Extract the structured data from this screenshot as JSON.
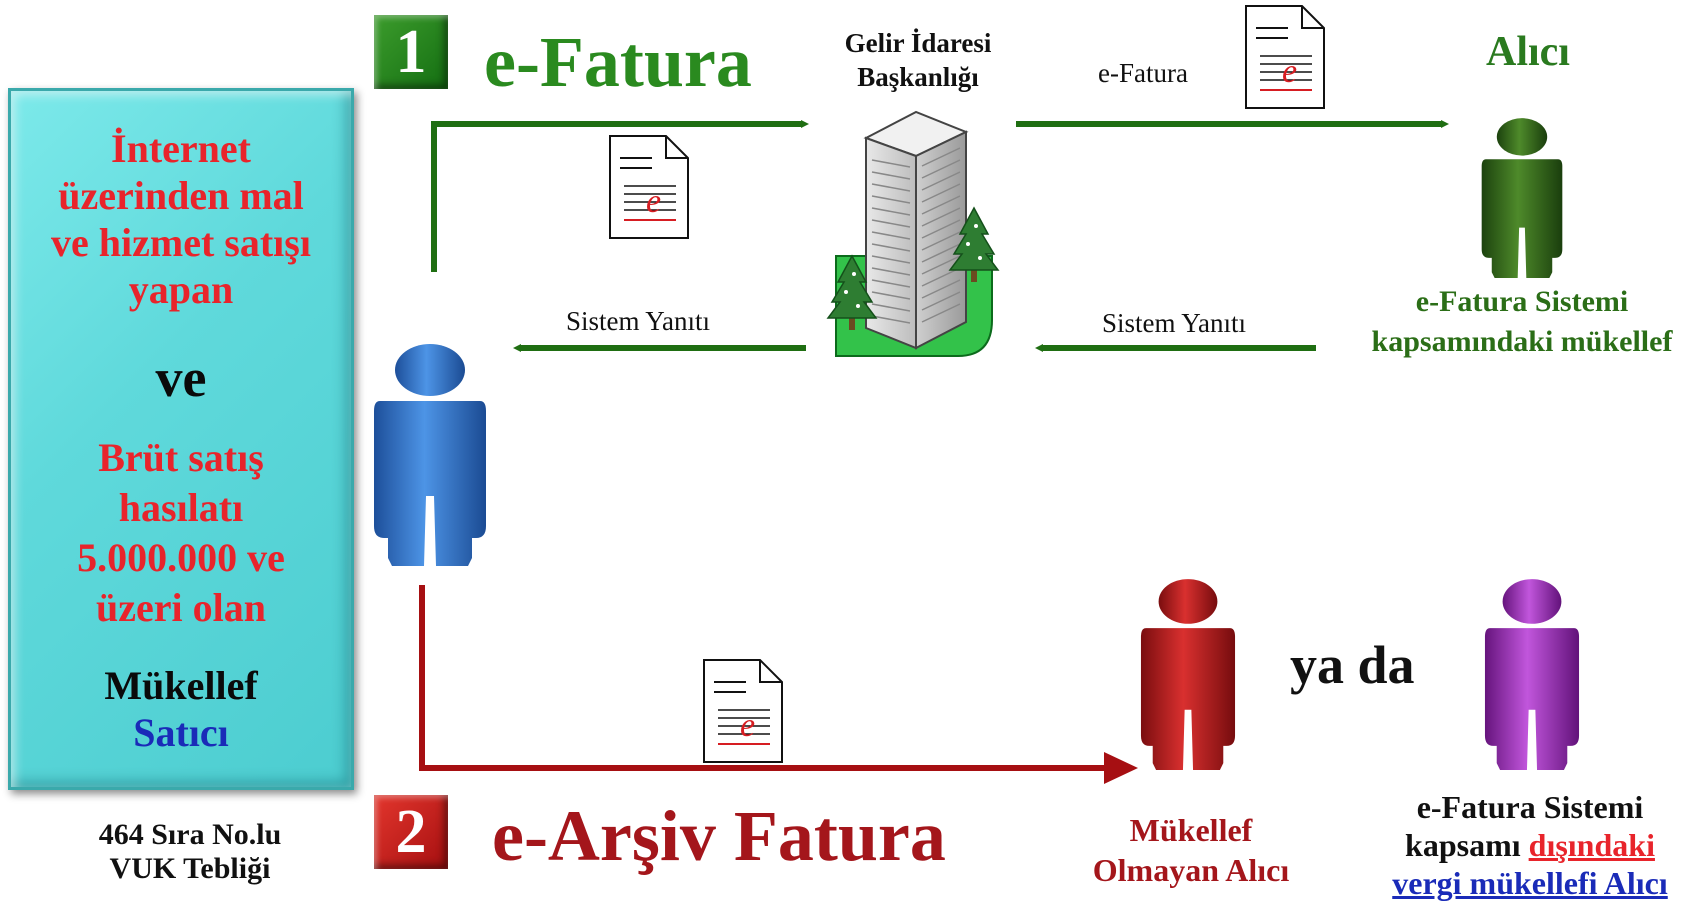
{
  "panel": {
    "line1": [
      "İnternet",
      "üzerinden mal",
      "ve hizmet satışı",
      "yapan"
    ],
    "connector": "ve",
    "line2": [
      "Brüt satış",
      "hasılatı",
      "5.000.000 ve",
      "üzeri olan"
    ],
    "mukellef": "Mükellef",
    "satici": "Satıcı"
  },
  "teblig": [
    "464 Sıra No.lu",
    "VUK Tebliği"
  ],
  "section1": {
    "number": "1",
    "title": "e-Fatura"
  },
  "section2": {
    "number": "2",
    "title": "e-Arşiv Fatura"
  },
  "gib": [
    "Gelir İdaresi",
    "Başkanlığı"
  ],
  "labels": {
    "efatura_arrow": "e-Fatura",
    "sistem_yaniti_left": "Sistem Yanıtı",
    "sistem_yaniti_right": "Sistem Yanıtı",
    "doc_letter": "e"
  },
  "alici": "Alıcı",
  "sistem_mukellef": [
    "e-Fatura Sistemi",
    "kapsamındaki mükellef"
  ],
  "ya_da": "ya da",
  "mukellef_olmayan": [
    "Mükellef",
    "Olmayan Alıcı"
  ],
  "disindaki": {
    "line1": "e-Fatura Sistemi",
    "line2_prefix": "kapsamı",
    "line2_red": "dışındaki",
    "line3_blue": "vergi mükellefi Alıcı"
  },
  "colors": {
    "green": "#1f6e12",
    "red": "#a60f12",
    "person_blue": "#2f74c8",
    "person_green": "#2b5e17",
    "person_red": "#b0181b",
    "person_purple": "#9a28b8",
    "panel_cyan": "#5fd9db"
  },
  "icons": [
    "person-icon",
    "document-icon",
    "building-icon",
    "tree-icon",
    "arrow-icon"
  ]
}
